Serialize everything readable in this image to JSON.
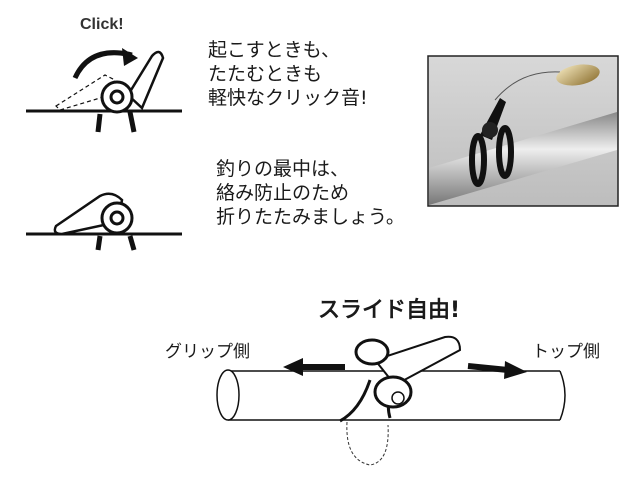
{
  "illustration_top": {
    "click_label": "Click!",
    "caption_lines": [
      "起こすときも、",
      "たたむときも",
      "軽快なクリック音!"
    ]
  },
  "illustration_middle": {
    "caption_lines": [
      "釣りの最中は、",
      "絡み防止のため",
      "折りたたみましょう。"
    ]
  },
  "illustration_bottom": {
    "title": "スライド自由!",
    "left_label": "グリップ側",
    "right_label": "トップ側"
  }
}
